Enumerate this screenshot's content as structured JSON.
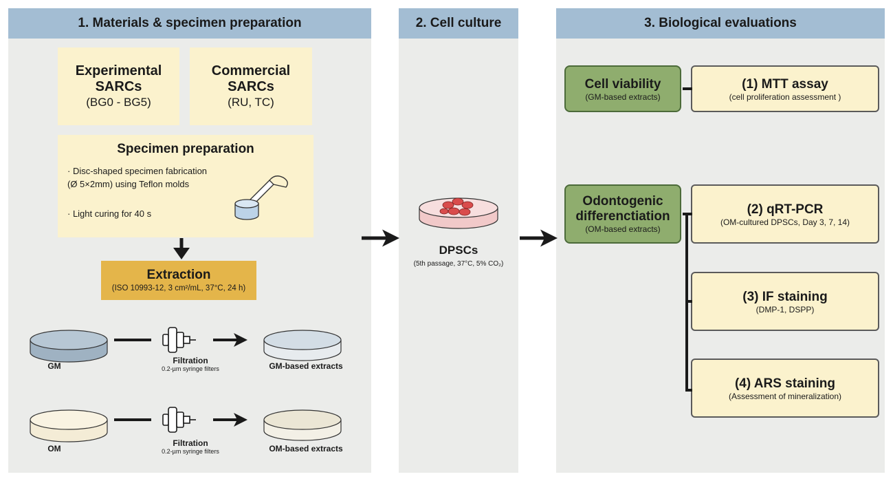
{
  "panel1": {
    "title": "1. Materials & specimen preparation",
    "experimental": {
      "title_line1": "Experimental",
      "title_line2": "SARCs",
      "sub": "(BG0 - BG5)"
    },
    "commercial": {
      "title_line1": "Commercial",
      "title_line2": "SARCs",
      "sub": "(RU, TC)"
    },
    "specimen": {
      "title": "Specimen preparation",
      "bullet1_line1": "· Disc-shaped specimen fabrication",
      "bullet1_line2": "(Ø 5×2mm) using Teflon molds",
      "bullet2": "· Light curing for 40 s"
    },
    "extraction": {
      "title": "Extraction",
      "sub": "(ISO 10993-12, 3 cm²/mL, 37°C, 24 h)"
    },
    "row_gm": {
      "medium": "GM",
      "filtration": "Filtration",
      "filter_sub": "0.2-µm syringe filters",
      "result": "GM-based extracts"
    },
    "row_om": {
      "medium": "OM",
      "filtration": "Filtration",
      "filter_sub": "0.2-µm syringe filters",
      "result": "OM-based extracts"
    }
  },
  "panel2": {
    "title": "2. Cell culture",
    "cell_label": "DPSCs",
    "cell_sub": "(5th passage, 37°C, 5% CO₂)"
  },
  "panel3": {
    "title": "3. Biological evaluations",
    "viability": {
      "title": "Cell viability",
      "sub": "(GM-based extracts)"
    },
    "odonto": {
      "title_line1": "Odontogenic",
      "title_line2": "differenctiation",
      "sub": "(OM-based extracts)"
    },
    "mtt": {
      "title": "(1) MTT assay",
      "sub": "(cell proliferation assessment )"
    },
    "qrt": {
      "title": "(2) qRT-PCR",
      "sub": "(OM-cultured DPSCs, Day 3, 7, 14)"
    },
    "if": {
      "title": "(3) IF staining",
      "sub": "(DMP-1, DSPP)"
    },
    "ars": {
      "title": "(4) ARS staining",
      "sub": "(Assessment of mineralization)"
    }
  },
  "colors": {
    "panel_bg": "#ebecea",
    "header": "#a3bdd3",
    "yellow_box": "#fbf2cd",
    "extraction": "#e4b54a",
    "green_box": "#8fad6e",
    "gm_medium": "#aabbc9",
    "om_medium": "#f4ecd6",
    "cells": "#d94c4c"
  }
}
